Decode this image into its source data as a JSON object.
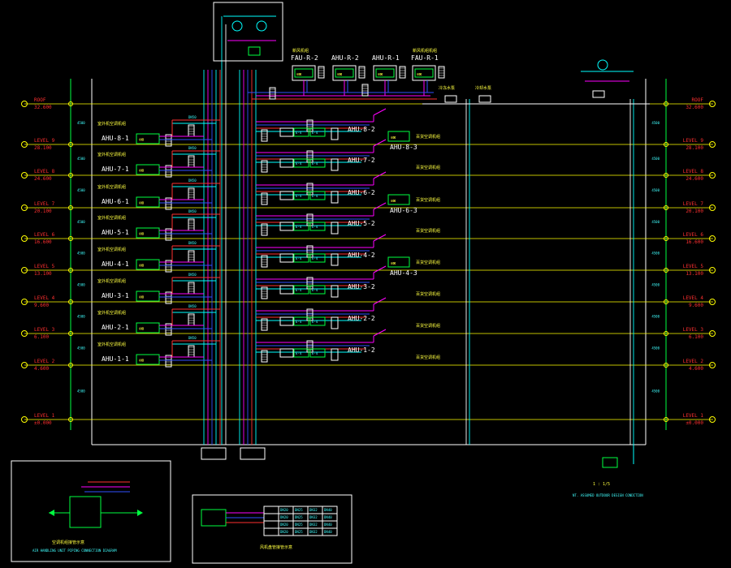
{
  "drawing": {
    "colors": {
      "background": "#000000",
      "level_line": "#ffff00",
      "level_text": "#ff3030",
      "frame": "#ffffff",
      "supply_pipe": "#ff00ff",
      "return_pipe": "#3050ff",
      "chilled_pipe": "#ff3030",
      "riser": "#00ffff",
      "equipment": "#ffffff",
      "ahu_box": "#00ff40",
      "note_text": "#ffff40"
    },
    "levels": [
      {
        "label": "ROOF",
        "sub": "32.600"
      },
      {
        "label": "LEVEL 9",
        "sub": "28.100"
      },
      {
        "label": "LEVEL 8",
        "sub": "24.600"
      },
      {
        "label": "LEVEL 7",
        "sub": "20.100"
      },
      {
        "label": "LEVEL 6",
        "sub": "16.600"
      },
      {
        "label": "LEVEL 5",
        "sub": "13.100"
      },
      {
        "label": "LEVEL 4",
        "sub": "9.600"
      },
      {
        "label": "LEVEL 3",
        "sub": "6.100"
      },
      {
        "label": "LEVEL 2",
        "sub": "4.600"
      },
      {
        "label": "LEVEL 1",
        "sub": "±0.000"
      }
    ],
    "left_units": [
      {
        "name": "AHU-8-1",
        "note": "室外机空调机组"
      },
      {
        "name": "AHU-7-1",
        "note": "室外机空调机组"
      },
      {
        "name": "AHU-6-1",
        "note": "室外机空调机组"
      },
      {
        "name": "AHU-5-1",
        "note": "室外机空调机组"
      },
      {
        "name": "AHU-4-1",
        "note": "室外机空调机组"
      },
      {
        "name": "AHU-3-1",
        "note": "室外机空调机组"
      },
      {
        "name": "AHU-2-1",
        "note": "室外机空调机组"
      },
      {
        "name": "AHU-1-1",
        "note": "室外机空调机组"
      }
    ],
    "right_units": [
      {
        "name": "AHU-8-2",
        "name2": "AHU-8-3",
        "note": "百货空调机组"
      },
      {
        "name": "AHU-7-2",
        "name2": "",
        "note": "百货空调机组"
      },
      {
        "name": "AHU-6-2",
        "name2": "AHU-6-3",
        "note": "百货空调机组"
      },
      {
        "name": "AHU-5-2",
        "name2": "",
        "note": "百货空调机组"
      },
      {
        "name": "AHU-4-2",
        "name2": "AHU-4-3",
        "note": "百货空调机组"
      },
      {
        "name": "AHU-3-2",
        "name2": "",
        "note": "百货空调机组"
      },
      {
        "name": "AHU-2-2",
        "name2": "",
        "note": "百货空调机组"
      },
      {
        "name": "AHU-1-2",
        "name2": "",
        "note": "百货空调机组"
      }
    ],
    "unit_box_labels": [
      "E-4",
      "E-4"
    ],
    "roof_units": [
      {
        "name": "FAU-R-2",
        "note": "新风机组"
      },
      {
        "name": "AHU-R-2",
        "note": ""
      },
      {
        "name": "AHU-R-1",
        "note": ""
      },
      {
        "name": "FAU-R-1",
        "note": "新风机组机组"
      }
    ],
    "roof_pumps": [
      "冷冻水泵",
      "冷却水泵"
    ],
    "fan_symbol": "⊘/⊠",
    "legend_left_title": "空调机组接管示意",
    "legend_left_sub": "AIR HANDLING UNIT PIPING CONNECTION DIAGRAM",
    "legend_mid_title": "风机盘管接管示意",
    "legend_mid_table": [
      [
        "",
        "DN20",
        "DN25",
        "DN32",
        "DN40"
      ],
      [
        "",
        "DN20",
        "DN25",
        "DN32",
        "DN40"
      ],
      [
        "",
        "DN20",
        "DN25",
        "DN32",
        "DN40"
      ],
      [
        "",
        "DN20",
        "DN25",
        "DN32",
        "DN40"
      ]
    ],
    "note_code": "1 : 1/5",
    "note_line": "NT. ASSUMED OUTDOOR DESIGN CONDITION"
  }
}
